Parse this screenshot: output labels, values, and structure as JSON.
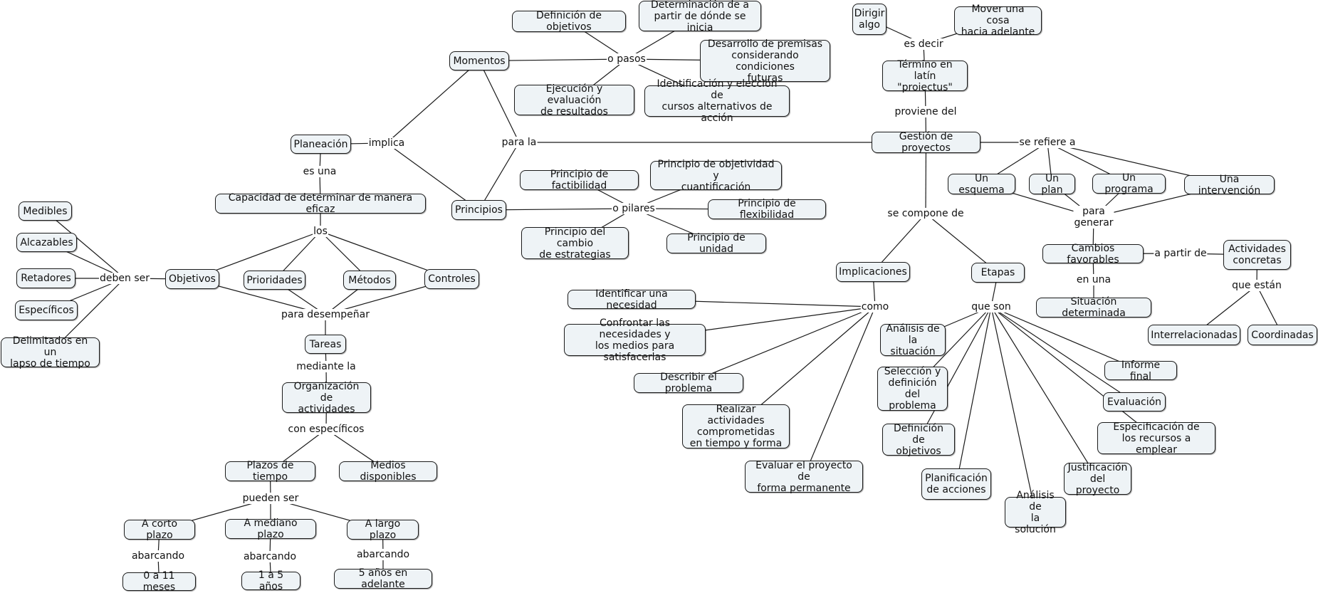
{
  "concepts": [
    {
      "id": "dirigir",
      "text": "Dirigir\nalgo"
    },
    {
      "id": "mover",
      "text": "Mover una cosa\nhacia adelante"
    },
    {
      "id": "termino",
      "text": "Término en\nlatín \"proiectus\""
    },
    {
      "id": "gestion",
      "text": "Gestión de proyectos"
    },
    {
      "id": "def_obj_m",
      "text": "Definición de objetivos"
    },
    {
      "id": "determinacion",
      "text": "Determinación de a\npartir de dónde se inicia"
    },
    {
      "id": "desarrollo",
      "text": "Desarrollo de premisas\nconsiderando condiciones\nfuturas"
    },
    {
      "id": "momentos",
      "text": "Momentos"
    },
    {
      "id": "ejecucion",
      "text": "Ejecución y evaluación\nde resultados"
    },
    {
      "id": "identificacion_cursos",
      "text": "Identificación y elección de\ncursos alternativos de acción"
    },
    {
      "id": "planeacion",
      "text": "Planeación"
    },
    {
      "id": "capacidad",
      "text": "Capacidad de determinar de manera eficaz"
    },
    {
      "id": "principios",
      "text": "Principios"
    },
    {
      "id": "p_factibilidad",
      "text": "Principio de factibilidad"
    },
    {
      "id": "p_objetividad",
      "text": "Principio de objetividad y\ncuantificación"
    },
    {
      "id": "p_flexibilidad",
      "text": "Principio de flexibilidad"
    },
    {
      "id": "p_cambio",
      "text": "Principio del cambio\nde estrategias"
    },
    {
      "id": "p_unidad",
      "text": "Principio de unidad"
    },
    {
      "id": "medibles",
      "text": "Medibles"
    },
    {
      "id": "alcazables",
      "text": "Alcazables"
    },
    {
      "id": "retadores",
      "text": "Retadores"
    },
    {
      "id": "especificos",
      "text": "Específicos"
    },
    {
      "id": "delimitados",
      "text": "Delimitados en un\nlapso de tiempo"
    },
    {
      "id": "objetivos",
      "text": "Objetivos"
    },
    {
      "id": "prioridades",
      "text": "Prioridades"
    },
    {
      "id": "metodos",
      "text": "Métodos"
    },
    {
      "id": "controles",
      "text": "Controles"
    },
    {
      "id": "tareas",
      "text": "Tareas"
    },
    {
      "id": "organizacion",
      "text": "Organización de\nactividades"
    },
    {
      "id": "plazos",
      "text": "Plazos de tiempo"
    },
    {
      "id": "medios",
      "text": "Medios disponibles"
    },
    {
      "id": "corto",
      "text": "A corto plazo"
    },
    {
      "id": "mediano",
      "text": "A mediano plazo"
    },
    {
      "id": "largo",
      "text": "A largo plazo"
    },
    {
      "id": "meses",
      "text": "0 a 11 meses"
    },
    {
      "id": "anos15",
      "text": "1 a 5 años"
    },
    {
      "id": "anos5",
      "text": "5 años en adelante"
    },
    {
      "id": "esquema",
      "text": "Un esquema"
    },
    {
      "id": "plan",
      "text": "Un plan"
    },
    {
      "id": "programa",
      "text": "Un programa"
    },
    {
      "id": "intervencion",
      "text": "Una intervención"
    },
    {
      "id": "cambios",
      "text": "Cambios favorables"
    },
    {
      "id": "act_concretas",
      "text": "Actividades\nconcretas"
    },
    {
      "id": "situacion_det",
      "text": "Situación determinada"
    },
    {
      "id": "interrelacionadas",
      "text": "Interrelacionadas"
    },
    {
      "id": "coordinadas",
      "text": "Coordinadas"
    },
    {
      "id": "implicaciones",
      "text": "Implicaciones"
    },
    {
      "id": "etapas",
      "text": "Etapas"
    },
    {
      "id": "identificar_nec",
      "text": "Identificar una necesidad"
    },
    {
      "id": "confrontar",
      "text": "Confrontar las necesidades y\nlos medios para satisfacerlas"
    },
    {
      "id": "describir",
      "text": "Describir el problema"
    },
    {
      "id": "realizar",
      "text": "Realizar actividades\ncomprometidas\nen tiempo y forma"
    },
    {
      "id": "evaluar",
      "text": "Evaluar el proyecto de\nforma permanente"
    },
    {
      "id": "analisis_sit",
      "text": "Análisis de\nla situación"
    },
    {
      "id": "seleccion",
      "text": "Selección y\ndefinición del\nproblema"
    },
    {
      "id": "def_obj_e",
      "text": "Definición de\nobjetivos"
    },
    {
      "id": "planificacion",
      "text": "Planificación\nde acciones"
    },
    {
      "id": "analisis_sol",
      "text": "Análisis de\nla solución"
    },
    {
      "id": "justificacion",
      "text": "Justificación\ndel proyecto"
    },
    {
      "id": "especificacion",
      "text": "Especificación de\nlos recursos a emplear"
    },
    {
      "id": "evaluacion",
      "text": "Evaluación"
    },
    {
      "id": "informe",
      "text": "Informe final"
    }
  ],
  "linking_phrases": [
    {
      "id": "es_decir",
      "text": "es decir"
    },
    {
      "id": "proviene",
      "text": "proviene del"
    },
    {
      "id": "o_pasos",
      "text": "o pasos"
    },
    {
      "id": "para_la",
      "text": "para la"
    },
    {
      "id": "implica",
      "text": "implica"
    },
    {
      "id": "es_una",
      "text": "es una"
    },
    {
      "id": "o_pilares",
      "text": "o pilares"
    },
    {
      "id": "los",
      "text": "los"
    },
    {
      "id": "deben_ser",
      "text": "deben ser"
    },
    {
      "id": "para_desempenar",
      "text": "para desempeñar"
    },
    {
      "id": "mediante_la",
      "text": "mediante la"
    },
    {
      "id": "con_especificos",
      "text": "con específicos"
    },
    {
      "id": "pueden_ser",
      "text": "pueden ser"
    },
    {
      "id": "abarcando1",
      "text": "abarcando"
    },
    {
      "id": "abarcando2",
      "text": "abarcando"
    },
    {
      "id": "abarcando3",
      "text": "abarcando"
    },
    {
      "id": "se_refiere",
      "text": "se refiere a"
    },
    {
      "id": "para_generar",
      "text": "para\ngenerar"
    },
    {
      "id": "a_partir",
      "text": "a partir de"
    },
    {
      "id": "en_una",
      "text": "en una"
    },
    {
      "id": "que_estan",
      "text": "que están"
    },
    {
      "id": "se_compone",
      "text": "se compone de"
    },
    {
      "id": "como",
      "text": "como"
    },
    {
      "id": "que_son",
      "text": "que son"
    }
  ],
  "links": [
    [
      "dirigir",
      "es_decir"
    ],
    [
      "es_decir",
      "mover"
    ],
    [
      "es_decir",
      "termino"
    ],
    [
      "termino",
      "proviene"
    ],
    [
      "proviene",
      "gestion"
    ],
    [
      "gestion",
      "para_la"
    ],
    [
      "para_la",
      "momentos"
    ],
    [
      "para_la",
      "principios"
    ],
    [
      "momentos",
      "o_pasos"
    ],
    [
      "o_pasos",
      "def_obj_m"
    ],
    [
      "o_pasos",
      "determinacion"
    ],
    [
      "o_pasos",
      "desarrollo"
    ],
    [
      "o_pasos",
      "ejecucion"
    ],
    [
      "o_pasos",
      "identificacion_cursos"
    ],
    [
      "momentos",
      "implica"
    ],
    [
      "implica",
      "planeacion"
    ],
    [
      "implica",
      "principios"
    ],
    [
      "planeacion",
      "es_una"
    ],
    [
      "es_una",
      "capacidad"
    ],
    [
      "principios",
      "o_pilares"
    ],
    [
      "o_pilares",
      "p_factibilidad"
    ],
    [
      "o_pilares",
      "p_objetividad"
    ],
    [
      "o_pilares",
      "p_flexibilidad"
    ],
    [
      "o_pilares",
      "p_cambio"
    ],
    [
      "o_pilares",
      "p_unidad"
    ],
    [
      "capacidad",
      "los"
    ],
    [
      "los",
      "objetivos"
    ],
    [
      "los",
      "prioridades"
    ],
    [
      "los",
      "metodos"
    ],
    [
      "los",
      "controles"
    ],
    [
      "objetivos",
      "deben_ser"
    ],
    [
      "deben_ser",
      "medibles"
    ],
    [
      "deben_ser",
      "alcazables"
    ],
    [
      "deben_ser",
      "retadores"
    ],
    [
      "deben_ser",
      "especificos"
    ],
    [
      "deben_ser",
      "delimitados"
    ],
    [
      "objetivos",
      "para_desempenar"
    ],
    [
      "prioridades",
      "para_desempenar"
    ],
    [
      "metodos",
      "para_desempenar"
    ],
    [
      "controles",
      "para_desempenar"
    ],
    [
      "para_desempenar",
      "tareas"
    ],
    [
      "tareas",
      "mediante_la"
    ],
    [
      "mediante_la",
      "organizacion"
    ],
    [
      "organizacion",
      "con_especificos"
    ],
    [
      "con_especificos",
      "plazos"
    ],
    [
      "con_especificos",
      "medios"
    ],
    [
      "plazos",
      "pueden_ser"
    ],
    [
      "pueden_ser",
      "corto"
    ],
    [
      "pueden_ser",
      "mediano"
    ],
    [
      "pueden_ser",
      "largo"
    ],
    [
      "corto",
      "abarcando1"
    ],
    [
      "abarcando1",
      "meses"
    ],
    [
      "mediano",
      "abarcando2"
    ],
    [
      "abarcando2",
      "anos15"
    ],
    [
      "largo",
      "abarcando3"
    ],
    [
      "abarcando3",
      "anos5"
    ],
    [
      "gestion",
      "se_refiere"
    ],
    [
      "se_refiere",
      "esquema"
    ],
    [
      "se_refiere",
      "plan"
    ],
    [
      "se_refiere",
      "programa"
    ],
    [
      "se_refiere",
      "intervencion"
    ],
    [
      "esquema",
      "para_generar"
    ],
    [
      "plan",
      "para_generar"
    ],
    [
      "programa",
      "para_generar"
    ],
    [
      "intervencion",
      "para_generar"
    ],
    [
      "para_generar",
      "cambios"
    ],
    [
      "cambios",
      "a_partir"
    ],
    [
      "a_partir",
      "act_concretas"
    ],
    [
      "cambios",
      "en_una"
    ],
    [
      "en_una",
      "situacion_det"
    ],
    [
      "act_concretas",
      "que_estan"
    ],
    [
      "que_estan",
      "interrelacionadas"
    ],
    [
      "que_estan",
      "coordinadas"
    ],
    [
      "gestion",
      "se_compone"
    ],
    [
      "se_compone",
      "implicaciones"
    ],
    [
      "se_compone",
      "etapas"
    ],
    [
      "implicaciones",
      "como"
    ],
    [
      "como",
      "identificar_nec"
    ],
    [
      "como",
      "confrontar"
    ],
    [
      "como",
      "describir"
    ],
    [
      "como",
      "realizar"
    ],
    [
      "como",
      "evaluar"
    ],
    [
      "etapas",
      "que_son"
    ],
    [
      "que_son",
      "analisis_sit"
    ],
    [
      "que_son",
      "seleccion"
    ],
    [
      "que_son",
      "def_obj_e"
    ],
    [
      "que_son",
      "planificacion"
    ],
    [
      "que_son",
      "analisis_sol"
    ],
    [
      "que_son",
      "justificacion"
    ],
    [
      "que_son",
      "especificacion"
    ],
    [
      "que_son",
      "evaluacion"
    ],
    [
      "que_son",
      "informe"
    ]
  ]
}
